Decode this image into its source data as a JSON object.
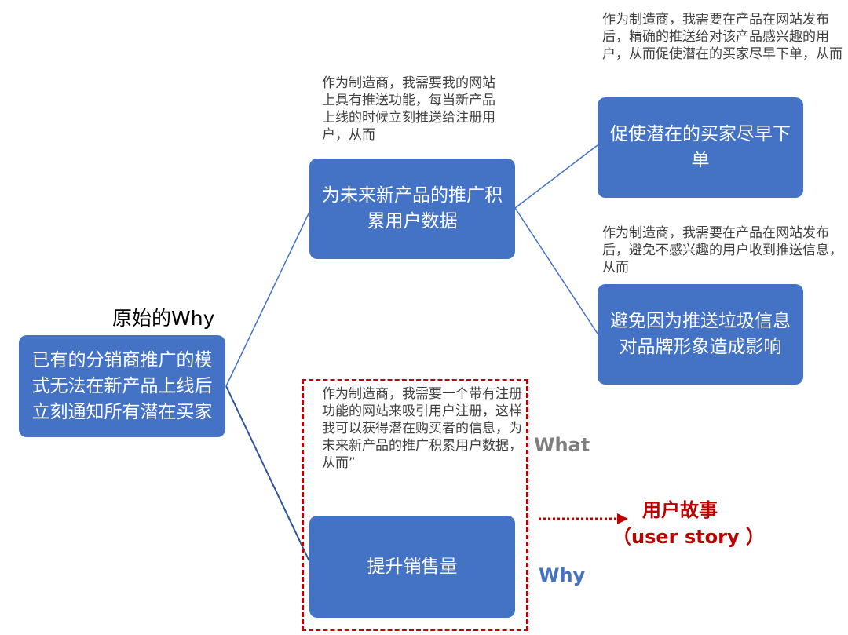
{
  "root": {
    "heading": "原始的Why",
    "text": "已有的分销商推广的模式无法在新产品上线后立刻通知所有潜在买家"
  },
  "branch_top": {
    "note": "作为制造商，我需要我的网站上具有推送功能，每当新产品上线的时候立刻推送给注册用户，从而",
    "text": "为未来新产品的推广积累用户数据"
  },
  "leaf_1": {
    "note": "作为制造商，我需要在产品在网站发布后，精确的推送给对该产品感兴趣的用户，从而促使潜在的买家尽早下单，从而",
    "text": "促使潜在的买家尽早下单"
  },
  "leaf_2": {
    "note": "作为制造商，我需要在产品在网站发布后，避免不感兴趣的用户收到推送信息，从而",
    "text": "避免因为推送垃圾信息对品牌形象造成影响"
  },
  "branch_bottom": {
    "note": "作为制造商，我需要一个带有注册功能的网站来吸引用户注册，这样我可以获得潜在购买者的信息，为未来新产品的推广积累用户数据，从而”",
    "text": "提升销售量"
  },
  "labels": {
    "what": "What",
    "why": "Why",
    "user_story": "用户故事",
    "user_story_en": "（user story ）"
  },
  "colors": {
    "box": "#4472c4",
    "accent": "#c00000",
    "what": "#7f7f7f",
    "why": "#4472c4"
  }
}
